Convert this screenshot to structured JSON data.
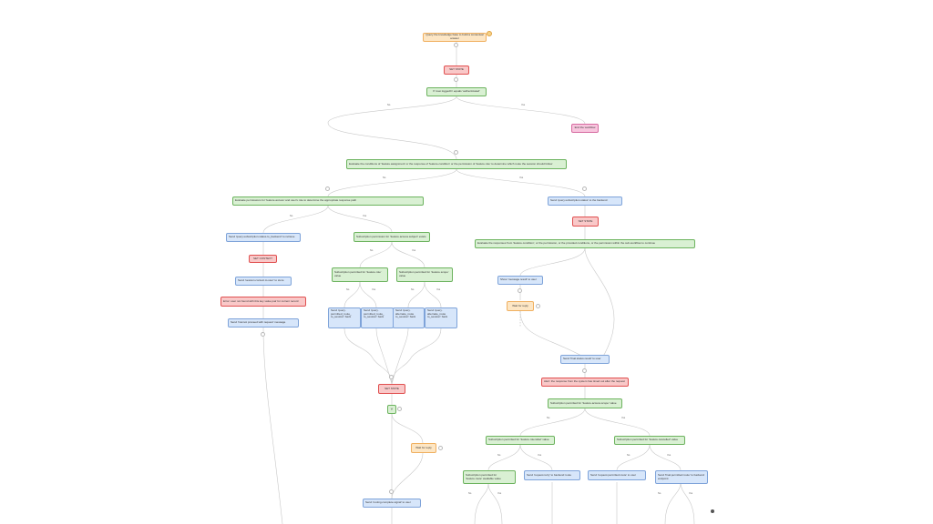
{
  "flow": {
    "start": "Query the knowledge base to build a contextual answer",
    "set_state": "SET STATE",
    "check_login": "If 'user.loggedIn' equals 'authenticated'",
    "no": "No",
    "yes": "Yes",
    "end_session": "End the workflow",
    "main_condition": "Evaluate the conditions of 'feature.assignment' or the response of 'feature.condition' or the permission of 'feature.role' to determine which route the session should follow",
    "left_branch_condition": "Evaluate permissions for 'feature.access' and user's role to determine the appropriate response path",
    "right_branch_query": "Send 'query.subscription.status' to the backend",
    "right_set_state": "SET STATE",
    "right_condition": "Evaluate the responses from 'feature.condition', or the permission, or the provided conditions, or the permission within the sub-workflow to continue",
    "l1_query": "Send 'query.subscription.status.to_backend' to retrieve",
    "l1_set": "SET CONTEXT",
    "l1_send": "Send 'session.context.to.user' to store",
    "l1_error": "Error: user not found with this key value pair for current record",
    "l1_reply": "Send 'Cannot proceed with request' message",
    "mid_condition": "Subscription permission for 'feature.access.subject' exists",
    "mid_left_cond": "Subscription permitted for 'feature.role' value",
    "mid_right_cond": "Subscription permitted for 'feature.scope' value",
    "box_a": "Send 'query. permitted_route_ to_session' back",
    "box_b": "Send 'query. permitted_route_ to_session' back",
    "box_c": "Send 'query. alternate_route to_session' back",
    "box_d": "Send 'query. alternate_route to_session' back",
    "merge_state": "SET STATE",
    "switch_label": "Y",
    "wait_label": "Wait for reply",
    "final_send": "Send 'routing.complete.signal' to user",
    "r_msg": "Show 'message.result' to user",
    "r_wait": "Wait for reply",
    "r_send_cond": "Send 'final.status.result' to user",
    "r_error": "Alert: the response from the system has timed out after the request",
    "r_sub_cond": "Subscription permitted for 'feature.access.scope' value",
    "r_left_cond": "Subscription permitted for 'feature.role.label' value",
    "r_right_cond": "Subscription permitted for 'feature.cancelled' value",
    "r_box_a": "Subscription permitted for 'feature.route' available value",
    "r_box_b": "Send 'request.retry' to backend route",
    "r_box_c": "Send 'request.permitted.route' to user",
    "r_box_d": "Send 'final.permitted.route' to backend endpoint"
  },
  "colors": {
    "orange": "#fde6c4",
    "red": "#f9c8c8",
    "green": "#d9f0d3",
    "blue": "#d7e6fa",
    "pink": "#f8c6de",
    "edge": "#c8c8c8"
  },
  "icons": [
    "gear-icon",
    "plus-icon",
    "zoom-icon"
  ]
}
